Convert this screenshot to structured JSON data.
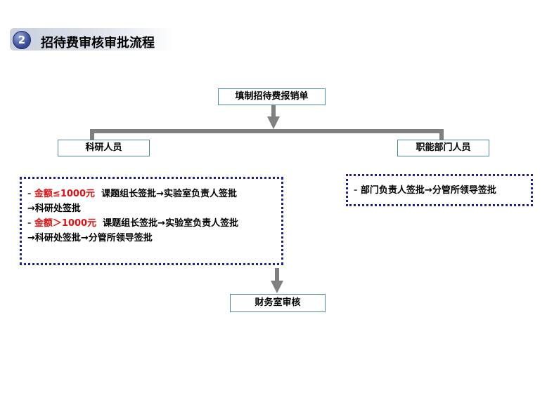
{
  "header": {
    "step_number": "2",
    "title": "招待费审核审批流程"
  },
  "flow": {
    "start": "填制招待费报销单",
    "branch_left": "科研人员",
    "branch_right": "职能部门人员",
    "left_rules": {
      "rule1": {
        "dash": "- ",
        "condition": "金额≤1000元",
        "steps": "课题组长签批→实验室负责人签批",
        "continuation": "→科研处签批"
      },
      "rule2": {
        "dash": "- ",
        "condition": "金额＞1000元",
        "steps": "课题组长签批→实验室负责人签批",
        "continuation": "→科研处签批→分管所领导签批"
      }
    },
    "right_rule": {
      "dash": "- ",
      "text": "部门负责人签批→分管所领导签批"
    },
    "end": "财务室审核"
  },
  "colors": {
    "arrow": "#808080",
    "box_border": "#4f8aa0",
    "dotted_border": "#20208a",
    "highlight": "#e01010"
  }
}
